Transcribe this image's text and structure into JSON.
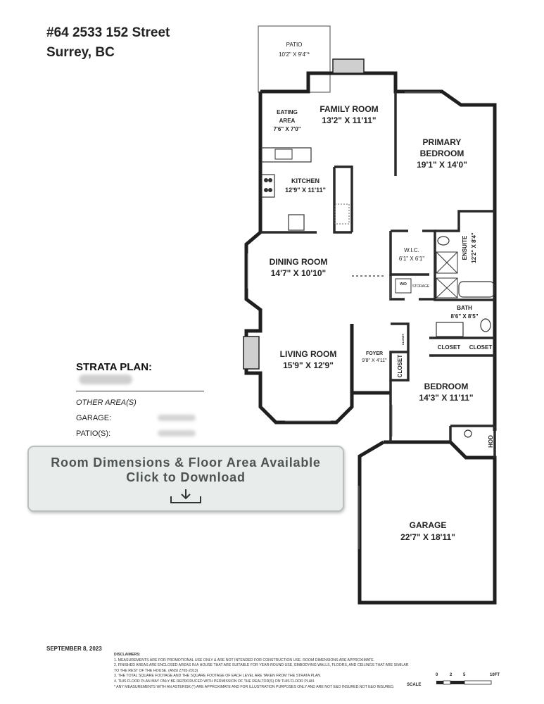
{
  "address": {
    "line1": "#64 2533 152 Street",
    "line2": "Surrey, BC"
  },
  "rooms": {
    "patio": {
      "name": "PATIO",
      "dims": "10'2\" X 9'4\"*"
    },
    "family_room": {
      "name": "FAMILY ROOM",
      "dims": "13'2\" X 11'11\""
    },
    "eating_area": {
      "name1": "EATING",
      "name2": "AREA",
      "dims": "7'6\" X 7'0\""
    },
    "primary_bedroom": {
      "name1": "PRIMARY",
      "name2": "BEDROOM",
      "dims": "19'1\" X 14'0\""
    },
    "kitchen": {
      "name": "KITCHEN",
      "dims": "12'9\" X 11'11\""
    },
    "dining_room": {
      "name": "DINING ROOM",
      "dims": "14'7\" X 10'10\""
    },
    "wic": {
      "name": "W.I.C.",
      "dims": "6'1\" X 6'1\""
    },
    "ensuite": {
      "name": "ENSUITE",
      "dims": "12'2\" X 8'4\""
    },
    "wd": "W/D",
    "storage": "STORAGE",
    "bath": {
      "name": "BATH",
      "dims": "8'6\" X 8'5\""
    },
    "closet_small": "CLOSET",
    "closet1": "CLOSET",
    "closet2": "CLOSET",
    "closet_foyer": "CLOSET",
    "living_room": {
      "name": "LIVING ROOM",
      "dims": "15'9\" X 12'9\""
    },
    "foyer": {
      "name": "FOYER",
      "dims": "9'8\" X 4'11\""
    },
    "bedroom": {
      "name": "BEDROOM",
      "dims": "14'3\" X 11'11\""
    },
    "hod": "HOD",
    "garage": {
      "name": "GARAGE",
      "dims": "22'7\" X 18'11\""
    }
  },
  "strata": {
    "title": "STRATA PLAN:",
    "other_area": "OTHER AREA(S)",
    "garage": "GARAGE:",
    "patios": "PATIO(S):"
  },
  "download": {
    "line1": "Room Dimensions & Floor Area Available",
    "line2": "Click to Download",
    "icon": "download-icon"
  },
  "date": "SEPTEMBER 8, 2023",
  "disclaimers": {
    "heading": "DISCLAIMERS:",
    "items": [
      "1. MEASUREMENTS ARE FOR PROMOTIONAL USE ONLY & ARE NOT INTENDED FOR CONSTRUCTION USE. ROOM DIMENSIONS ARE APPROXIMATE.",
      "2. FINISHED AREAS ARE ENCLOSED AREAS IN A HOUSE THAT ARE SUITABLE FOR YEAR-ROUND USE, EMBODYING WALLS, FLOORS, AND CEILINGS THAT ARE SIMILAR TO THE REST OF THE HOUSE. (ANSI Z765-2013)",
      "3. THE TOTAL SQUARE FOOTAGE AND THE SQUARE FOOTAGE OF EACH LEVEL ARE TAKEN FROM THE STRATA PLAN.",
      "4. THIS FLOOR PLAN MAY ONLY BE REPRODUCED WITH PERMISSION OF THE REALTOR(S) ON THIS FLOOR PLAN.",
      "* ANY MEASUREMENTS WITH AN ASTERISK (*) ARE APPROXIMATE AND FOR ILLUSTRATION PURPOSES ONLY AND ARE NOT E&O INSURED.NOT E&O INSURED."
    ]
  },
  "scale": {
    "label": "SCALE",
    "ticks": [
      "0",
      "2",
      "5",
      "10FT"
    ]
  }
}
